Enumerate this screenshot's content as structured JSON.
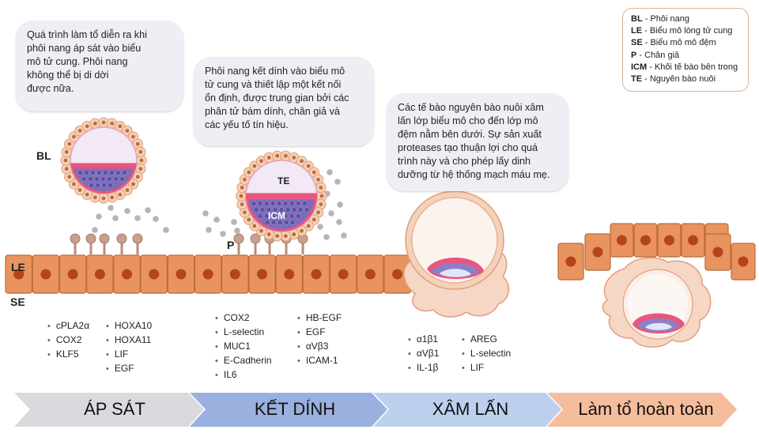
{
  "bubbles": {
    "apposition": [
      "Quá trình làm tổ diễn ra khi",
      "phôi nang áp sát vào biểu",
      "mô tử cung. Phôi nang",
      "không thể bị di dời",
      "được nữa."
    ],
    "adhesion": [
      "Phôi nang kết dính vào biểu mô",
      "tử cung và thiết lập một kết nối",
      "ổn định, được trung gian bởi các",
      "phân tử bám dính, chân giả và",
      "các yếu tố tín hiệu."
    ],
    "invasion": [
      "Các tế bào nguyên bào nuôi xâm",
      "lấn lớp biểu mô cho đến lớp mô",
      "đệm nằm bên dưới. Sự sản xuất",
      "proteases tạo thuận lợi cho quá",
      "trình này và cho phép lấy dinh",
      "dưỡng từ hệ thống mạch máu mẹ."
    ]
  },
  "legend": [
    {
      "abbr": "BL",
      "text": " - Phôi nang"
    },
    {
      "abbr": "LE",
      "text": " - Biểu mô lòng tử cung"
    },
    {
      "abbr": "SE",
      "text": " - Biểu mô mô đệm"
    },
    {
      "abbr": "P",
      "text": " - Chân giả"
    },
    {
      "abbr": "ICM",
      "text": " - Khối tế bào bên trong"
    },
    {
      "abbr": "TE",
      "text": " - Nguyên bào nuôi"
    }
  ],
  "labels": {
    "bl": "BL",
    "le": "LE",
    "se": "SE",
    "p": "P",
    "te": "TE",
    "icm": "ICM"
  },
  "genes": {
    "apposition_a": [
      "cPLA2α",
      "COX2",
      "KLF5"
    ],
    "apposition_b": [
      "HOXA10",
      "HOXA11",
      "LIF",
      "EGF"
    ],
    "adhesion_a": [
      "COX2",
      "L-selectin",
      "MUC1",
      "E-Cadherin",
      "IL6"
    ],
    "adhesion_b": [
      "HB-EGF",
      "EGF",
      "αVβ3",
      "ICAM-1"
    ],
    "invasion_a": [
      "α1β1",
      "αVβ1",
      "IL-1β"
    ],
    "invasion_b": [
      "AREG",
      "L-selectin",
      "LIF"
    ]
  },
  "stages": [
    "ÁP SÁT",
    "KẾT DÍNH",
    "XÂM LẤN",
    "Làm tổ hoàn toàn"
  ]
}
